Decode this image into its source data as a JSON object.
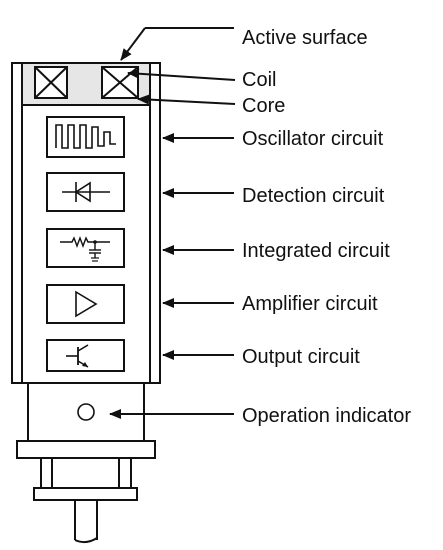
{
  "labels": {
    "active_surface": "Active surface",
    "coil": "Coil",
    "core": "Core",
    "oscillator": "Oscillator circuit",
    "detection": "Detection circuit",
    "integrated": "Integrated circuit",
    "amplifier": "Amplifier circuit",
    "output": "Output circuit",
    "indicator": "Operation indicator"
  },
  "icons": {
    "coil": "coil-x-box-icon",
    "oscillator": "oscillation-waveform-icon",
    "detection": "diode-icon",
    "integrated": "integrator-rc-icon",
    "amplifier": "amplifier-triangle-icon",
    "output": "transistor-icon",
    "indicator": "indicator-lamp-icon"
  },
  "colors": {
    "line": "#111111",
    "core_fill": "#e6e6e6",
    "background": "#ffffff"
  }
}
